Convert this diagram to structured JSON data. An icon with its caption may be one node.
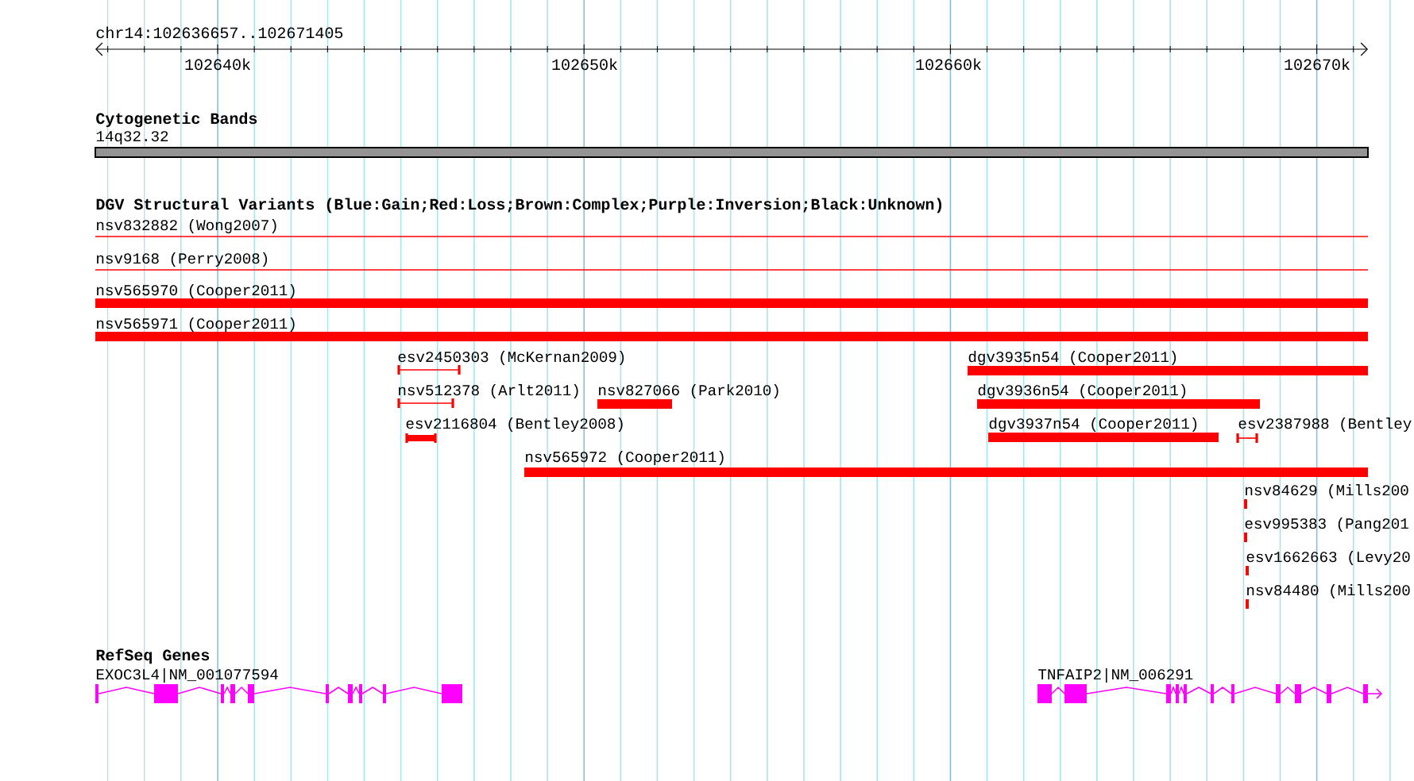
{
  "diagram": {
    "nodes": [
      {
        "text": [
          "14q32.32"
        ]
      },
      {
        "text": [
          "nsv832882 (Wong2007)"
        ]
      },
      {
        "text": [
          "nsv9168 (Perry2008)"
        ]
      },
      {
        "text": [
          "nsv565970 (Cooper2011)"
        ]
      },
      {
        "text": [
          "nsv565971 (Cooper2011)"
        ]
      },
      {
        "text": [
          "esv2450303 (McKernan2009)"
        ]
      },
      {
        "text": [
          "dgv3935n54 (Cooper2011)"
        ]
      },
      {
        "text": [
          "nsv512378 (Arlt2011)"
        ]
      },
      {
        "text": [
          "nsv827066 (Park2010)"
        ]
      },
      {
        "text": [
          "dgv3936n54 (Cooper2011)"
        ]
      },
      {
        "text": [
          "esv2116804 (Bentley2008)"
        ]
      },
      {
        "text": [
          "dgv3937n54 (Cooper2011)"
        ]
      },
      {
        "text": [
          "esv2387988 (Bentley"
        ]
      },
      {
        "text": [
          "nsv565972 (Cooper2011)"
        ]
      },
      {
        "text": [
          "nsv84629 (Mills200"
        ]
      },
      {
        "text": [
          "esv995383 (Pang201"
        ]
      },
      {
        "text": [
          "esv1662663 (Levy20"
        ]
      },
      {
        "text": [
          "nsv84480 (Mills200"
        ]
      },
      {
        "text": [
          "EXOC3L4|NM_001077594"
        ]
      },
      {
        "text": [
          "TNFAIP2|NM_006291"
        ]
      }
    ],
    "labels": [
      "chr14:102636657..102671405",
      "102640k",
      "102650k",
      "102660k",
      "102670k",
      "Cytogenetic Bands",
      "DGV Structural Variants (Blue:Gain;Red:Loss;Brown:Complex;Purple:Inversion;Black:Unknown)",
      "RefSeq Genes"
    ]
  }
}
